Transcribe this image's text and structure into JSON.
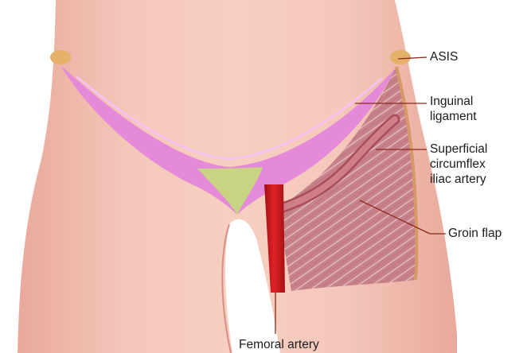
{
  "colors": {
    "skin": "#f2c2b4",
    "skin_shadow": "#d9958a",
    "underwear": "#e58ad8",
    "underwear_inner": "#f3b7ec",
    "crotch": "#c9d482",
    "flap": "#c9858e",
    "flap_fibers": "#e7c3c4",
    "artery": "#d11b1f",
    "circumflex_artery": "#c7727c",
    "leader_line": "#8b2a1c"
  },
  "labels": {
    "asis": "ASIS",
    "inguinal_ligament": [
      "Inguinal",
      "ligament"
    ],
    "superficial_circumflex": [
      "Superficial",
      "circumflex",
      "iliac artery"
    ],
    "groin_flap": "Groin flap",
    "femoral_artery": "Femoral artery"
  }
}
